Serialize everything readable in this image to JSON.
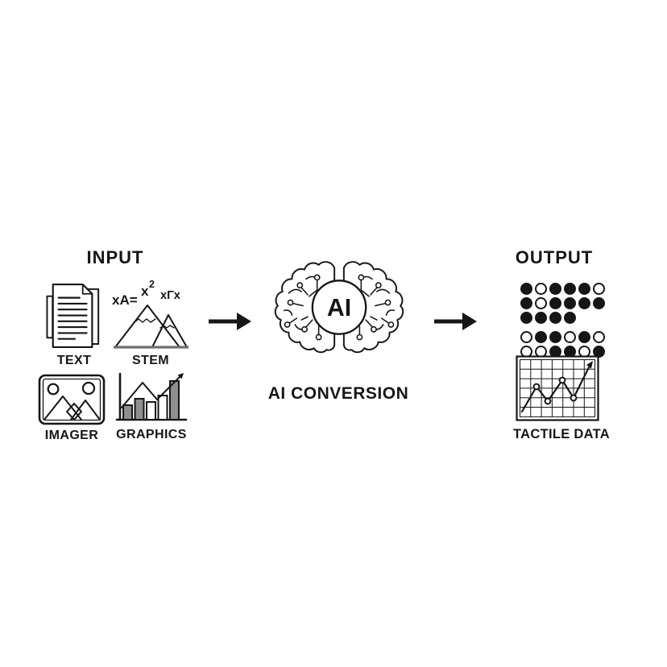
{
  "colors": {
    "ink": "#161616",
    "gray": "#8f8f8f",
    "base_gray": "#6f6f6f",
    "bg": "#ffffff"
  },
  "input": {
    "title": "INPUT",
    "items": [
      {
        "id": "text",
        "label": "TEXT",
        "icon": "document-pages-icon"
      },
      {
        "id": "stem",
        "label": "STEM",
        "icon": "formula-mountains-icon"
      },
      {
        "id": "imager",
        "label": "IMAGER",
        "icon": "picture-icon"
      },
      {
        "id": "graphics",
        "label": "GRAPHICS",
        "icon": "bar-chart-trend-icon"
      }
    ],
    "stem_formula": {
      "f1": "xA=",
      "f2": "x",
      "f2sup": "2",
      "f3": "xΓx"
    }
  },
  "process": {
    "badge": "AI",
    "label": "AI CONVERSION",
    "icon": "circuit-brain-icon"
  },
  "arrows": [
    {
      "icon": "right-arrow"
    },
    {
      "icon": "right-arrow"
    }
  ],
  "output": {
    "title": "OUTPUT",
    "braille": {
      "icon": "braille-dots-icon",
      "rows": [
        [
          1,
          0,
          1,
          1,
          1,
          0
        ],
        [
          1,
          0,
          1,
          1,
          1,
          1
        ],
        [
          1,
          1,
          1,
          1
        ],
        [
          0,
          1,
          1,
          0,
          1,
          0
        ],
        [
          0,
          0,
          1,
          1,
          0,
          1
        ]
      ],
      "group_gap_before_row": 3
    },
    "chart": {
      "icon": "tactile-line-chart-icon",
      "label": "TACTILE DATA"
    }
  }
}
